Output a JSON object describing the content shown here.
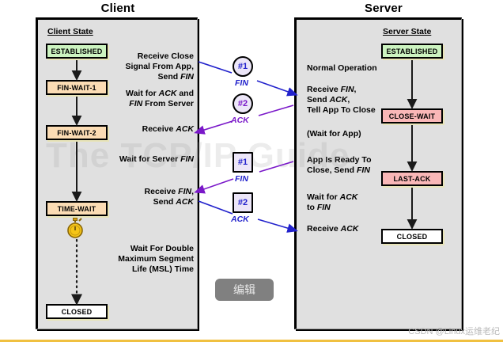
{
  "diagram": {
    "title_client": "Client",
    "title_server": "Server",
    "watermark_main": "The TCP/IP Guide",
    "edit_badge": "编辑",
    "csdn_watermark": "CSDN @Linux运维老纪",
    "colors": {
      "established": "#ccf3c0",
      "fin_wait": "#fbdcb4",
      "close_wait": "#f9b7b7",
      "last_ack": "#f9b7b7",
      "closed": "#ffffff",
      "panel_bg": "#e0e0e0",
      "arrow_client_to_server": "#2222cc",
      "arrow_server_to_client": "#7a18c9",
      "edit_badge_bg": "#808080",
      "timer": "#f5c518"
    }
  },
  "client": {
    "state_heading": "Client State",
    "states": [
      {
        "label": "ESTABLISHED",
        "kind": "established"
      },
      {
        "label": "FIN-WAIT-1",
        "kind": "fin_wait"
      },
      {
        "label": "FIN-WAIT-2",
        "kind": "fin_wait"
      },
      {
        "label": "TIME-WAIT",
        "kind": "fin_wait"
      },
      {
        "label": "CLOSED",
        "kind": "closed"
      }
    ],
    "notes": [
      "Receive Close\nSignal From App,\nSend FIN",
      "Wait for ACK and\nFIN From Server",
      "Receive ACK",
      "Wait for Server FIN",
      "Receive FIN,\nSend ACK",
      "Wait For Double\nMaximum Segment\nLife (MSL) Time"
    ]
  },
  "server": {
    "state_heading": "Server State",
    "states": [
      {
        "label": "ESTABLISHED",
        "kind": "established"
      },
      {
        "label": "CLOSE-WAIT",
        "kind": "close_wait"
      },
      {
        "label": "LAST-ACK",
        "kind": "last_ack"
      },
      {
        "label": "CLOSED",
        "kind": "closed"
      }
    ],
    "notes": [
      "Normal Operation",
      "Receive FIN,\nSend ACK,\nTell App To Close",
      "(Wait for App)",
      "App Is Ready To\nClose, Send FIN",
      "Wait for ACK\nto FIN",
      "Receive ACK"
    ]
  },
  "messages": [
    {
      "num": "#1",
      "label": "FIN",
      "shape": "circle",
      "direction": "client-to-server"
    },
    {
      "num": "#2",
      "label": "ACK",
      "shape": "circle",
      "direction": "server-to-client"
    },
    {
      "num": "#1",
      "label": "FIN",
      "shape": "square",
      "direction": "server-to-client"
    },
    {
      "num": "#2",
      "label": "ACK",
      "shape": "square",
      "direction": "client-to-server"
    }
  ]
}
